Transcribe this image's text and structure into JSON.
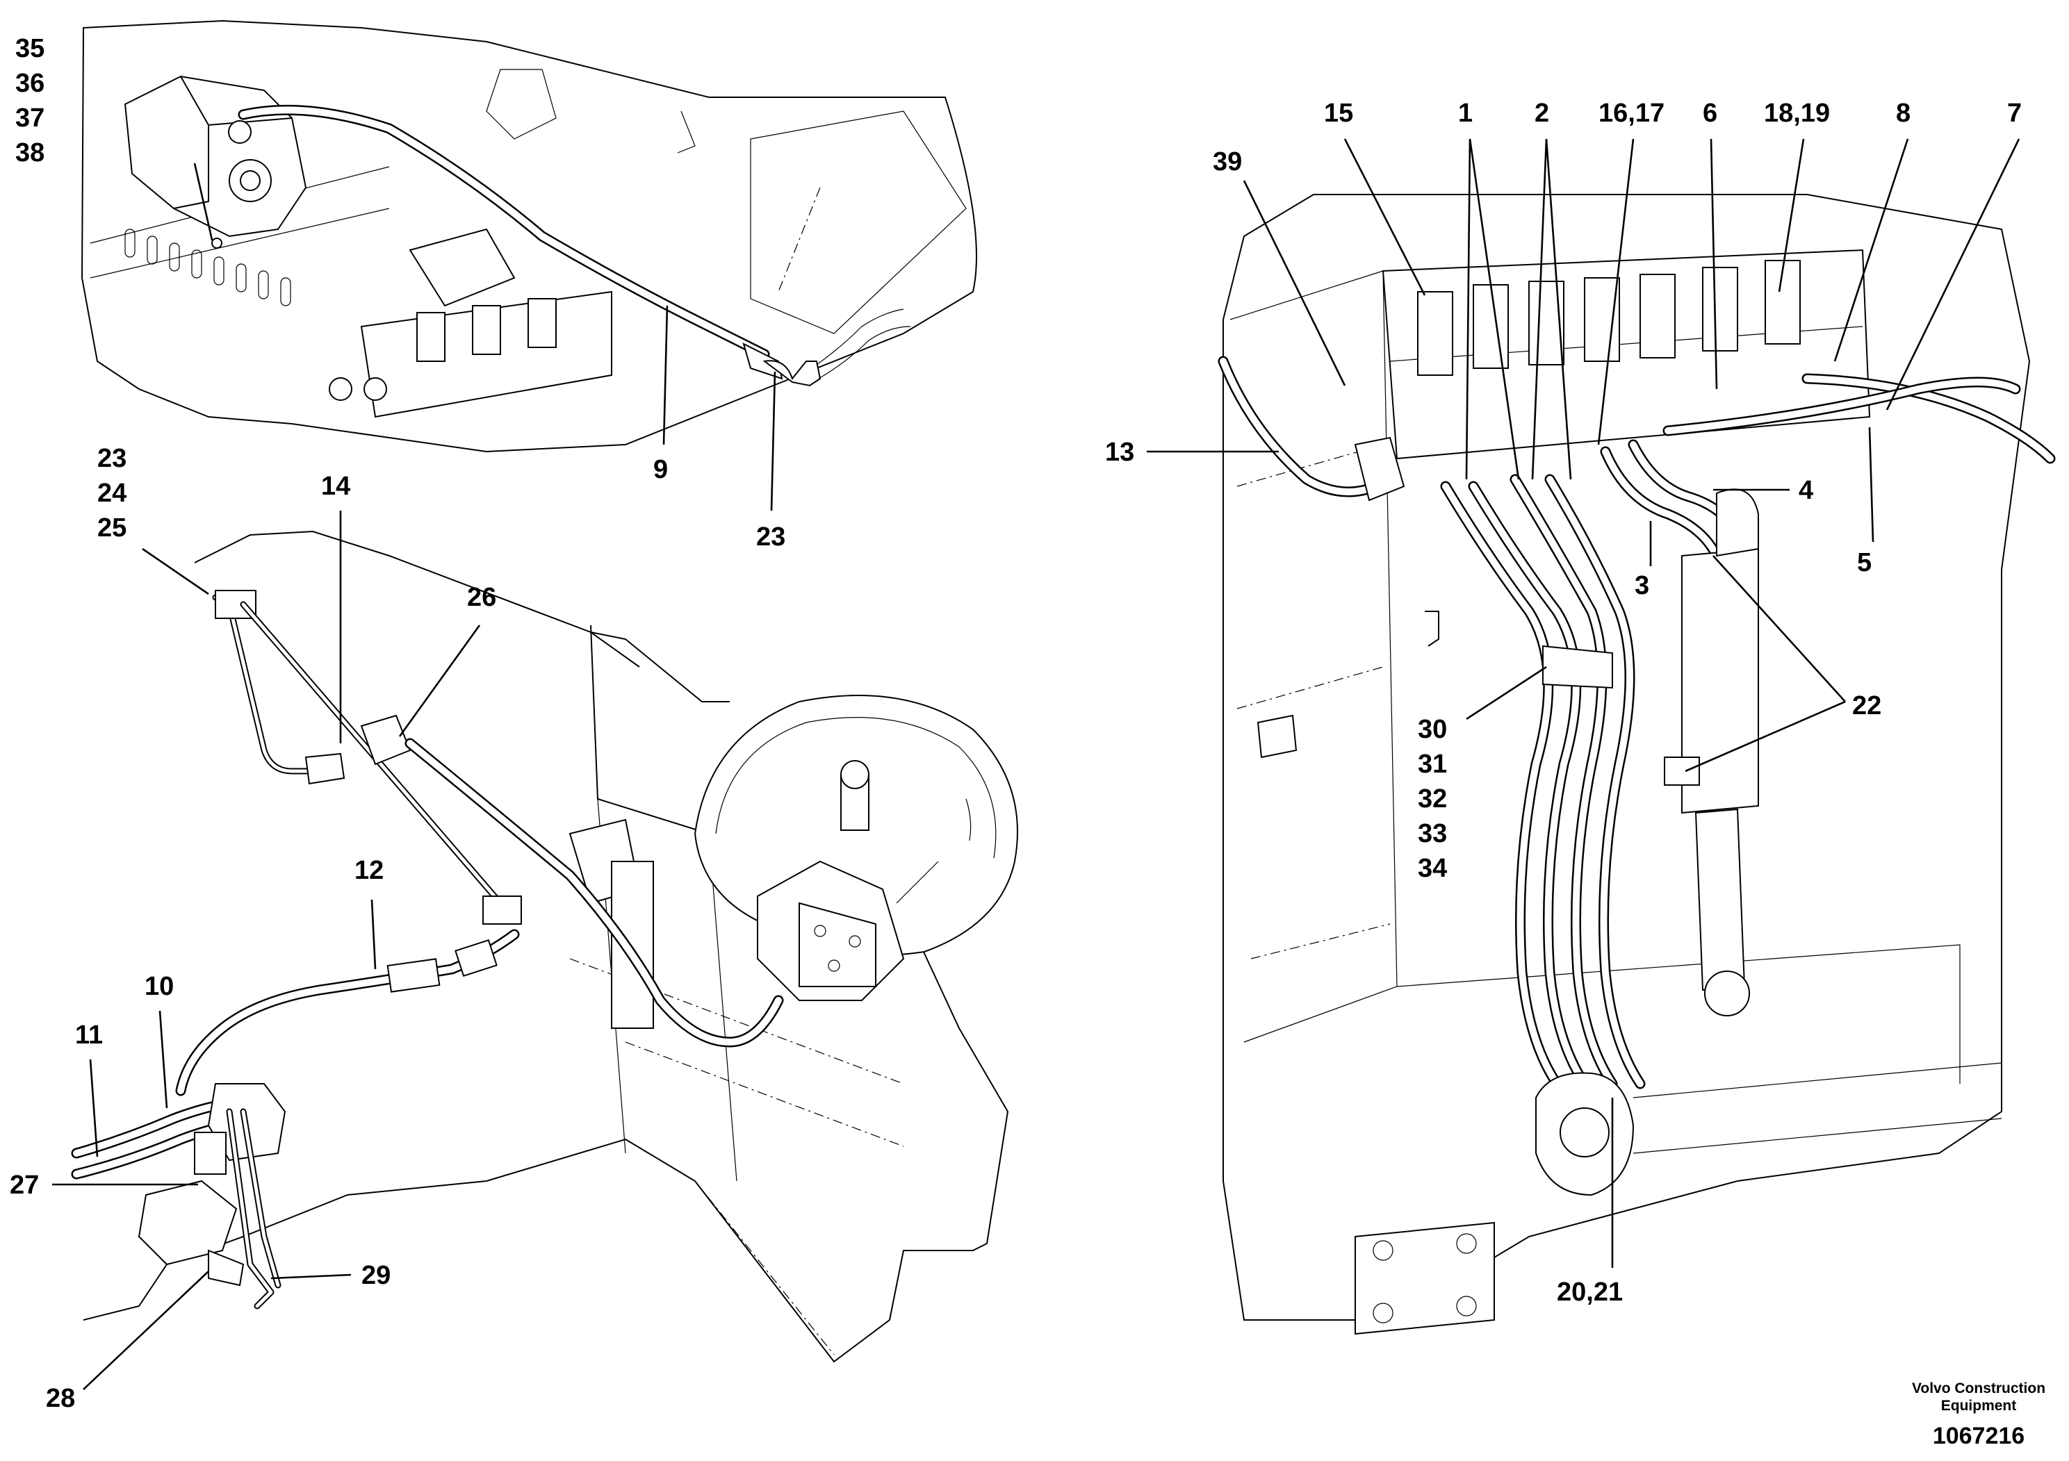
{
  "callouts": {
    "c35": "35",
    "c36": "36",
    "c37": "37",
    "c38": "38",
    "c9": "9",
    "c23a": "23",
    "c23b": "23",
    "c24": "24",
    "c25": "25",
    "c14": "14",
    "c26": "26",
    "c12": "12",
    "c10": "10",
    "c11": "11",
    "c27": "27",
    "c29": "29",
    "c28": "28",
    "c15": "15",
    "c1": "1",
    "c2": "2",
    "c1617": "16,17",
    "c6": "6",
    "c1819": "18,19",
    "c8": "8",
    "c7": "7",
    "c39": "39",
    "c13": "13",
    "c4": "4",
    "c3": "3",
    "c5": "5",
    "c22": "22",
    "c30": "30",
    "c31": "31",
    "c32": "32",
    "c33": "33",
    "c34": "34",
    "c2021": "20,21"
  },
  "footer": {
    "brand_line1": "Volvo Construction",
    "brand_line2": "Equipment",
    "doc_number": "1067216"
  }
}
